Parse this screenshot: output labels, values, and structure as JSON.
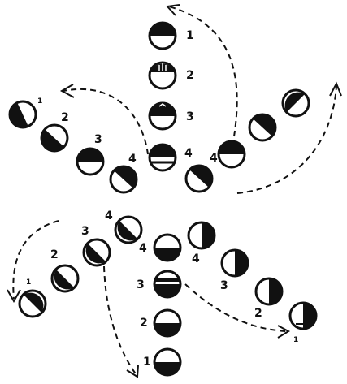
{
  "figure": {
    "labels": {
      "upper_vertical": [
        "1",
        "2",
        "3",
        "4"
      ],
      "upper_left_arm": [
        "1",
        "2",
        "3",
        "4"
      ],
      "upper_right_arm": [
        "4"
      ],
      "lower_left_arm": [
        "1",
        "2",
        "3",
        "4"
      ],
      "lower_vertical": [
        "1",
        "2",
        "3",
        "4"
      ],
      "lower_right_arm": [
        "4",
        "3",
        "2",
        "1"
      ]
    }
  }
}
